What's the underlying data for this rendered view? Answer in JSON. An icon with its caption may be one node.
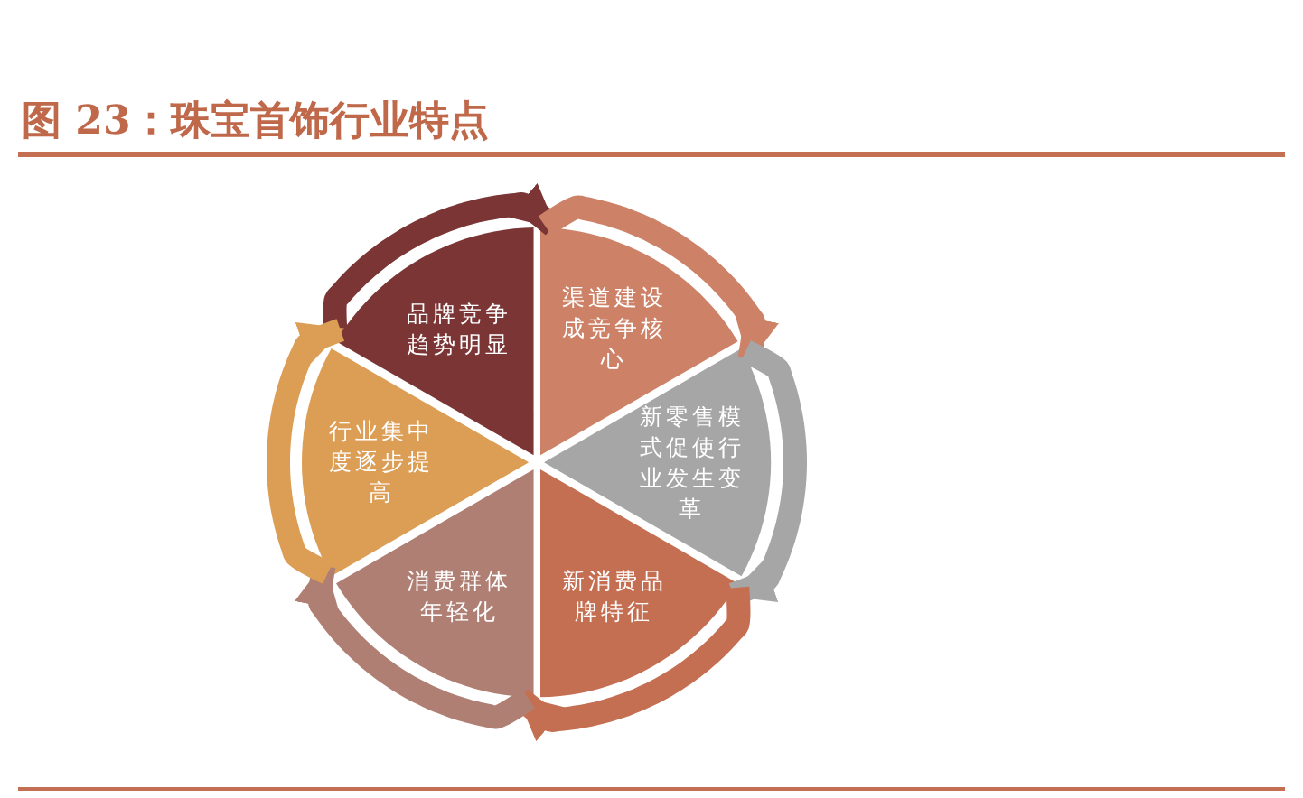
{
  "diagram": {
    "title": "图 23：珠宝首饰行业特点",
    "nodes": [
      {
        "text": [
          "品牌竞争趋势明显"
        ]
      },
      {
        "text": [
          "渠道建设成竞争核心"
        ]
      },
      {
        "text": [
          "新零售模式促使行业发生变革"
        ]
      },
      {
        "text": [
          "新消费品牌特征"
        ]
      },
      {
        "text": [
          "消费群体年轻化"
        ]
      },
      {
        "text": [
          "行业集中度逐步提高"
        ]
      }
    ],
    "edges": [
      {
        "from": 0,
        "to": 1,
        "arrow": "to",
        "color": "#7b3535"
      },
      {
        "from": 1,
        "to": 2,
        "arrow": "to",
        "color": "#cd8268"
      },
      {
        "from": 2,
        "to": 3,
        "arrow": "to",
        "color": "#a6a6a6"
      },
      {
        "from": 3,
        "to": 4,
        "arrow": "to",
        "color": "#c46f52"
      },
      {
        "from": 4,
        "to": 5,
        "arrow": "to",
        "color": "#b07f74"
      },
      {
        "from": 5,
        "to": 0,
        "arrow": "to",
        "color": "#dc9e55"
      }
    ]
  }
}
